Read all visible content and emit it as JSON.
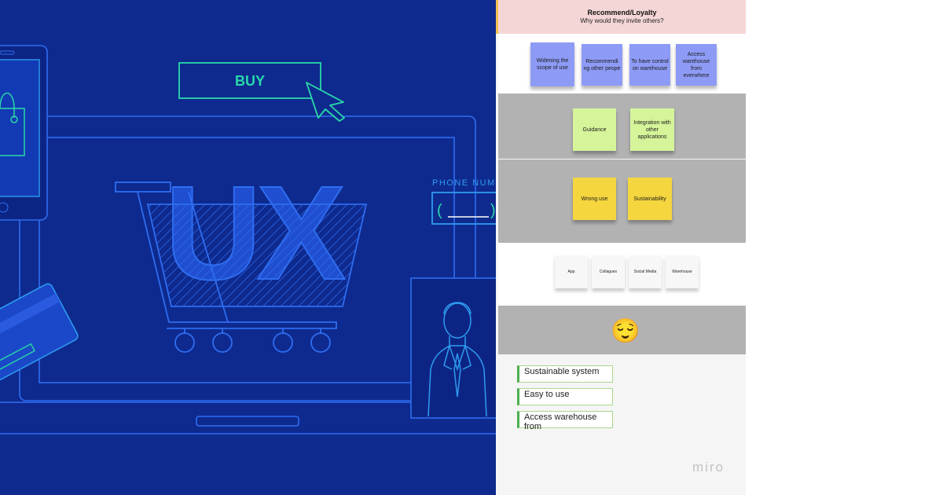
{
  "illustration": {
    "buy_label": "BUY",
    "phone_label": "PHONE NUMBER",
    "ux_text": "UX",
    "bg_color": "#0e2a8f",
    "line_color": "#2f6df0",
    "accent_color": "#2ad9a8"
  },
  "board": {
    "header": {
      "title": "Recommend/Loyalty",
      "subtitle": "Why would they invite others?"
    },
    "blue_stickies": [
      {
        "text": "Widening the scope of use"
      },
      {
        "text": "Recommendi ng other peope"
      },
      {
        "text": "To have control on warehouse"
      },
      {
        "text": "Access warehouse from everwhere"
      }
    ],
    "lime_stickies": [
      {
        "text": "Guidance"
      },
      {
        "text": "Integration with other applications"
      }
    ],
    "yellow_stickies": [
      {
        "text": "Wrong use"
      },
      {
        "text": "Sustainability"
      }
    ],
    "white_stickies": [
      {
        "text": "App"
      },
      {
        "text": "Collagues"
      },
      {
        "text": "Social Media"
      },
      {
        "text": "Warehouse"
      }
    ],
    "emoji": "😌",
    "tags": [
      {
        "text": "Sustainable system"
      },
      {
        "text": "Easy to use"
      },
      {
        "text": "Access warehouse from"
      }
    ],
    "watermark": "miro"
  }
}
